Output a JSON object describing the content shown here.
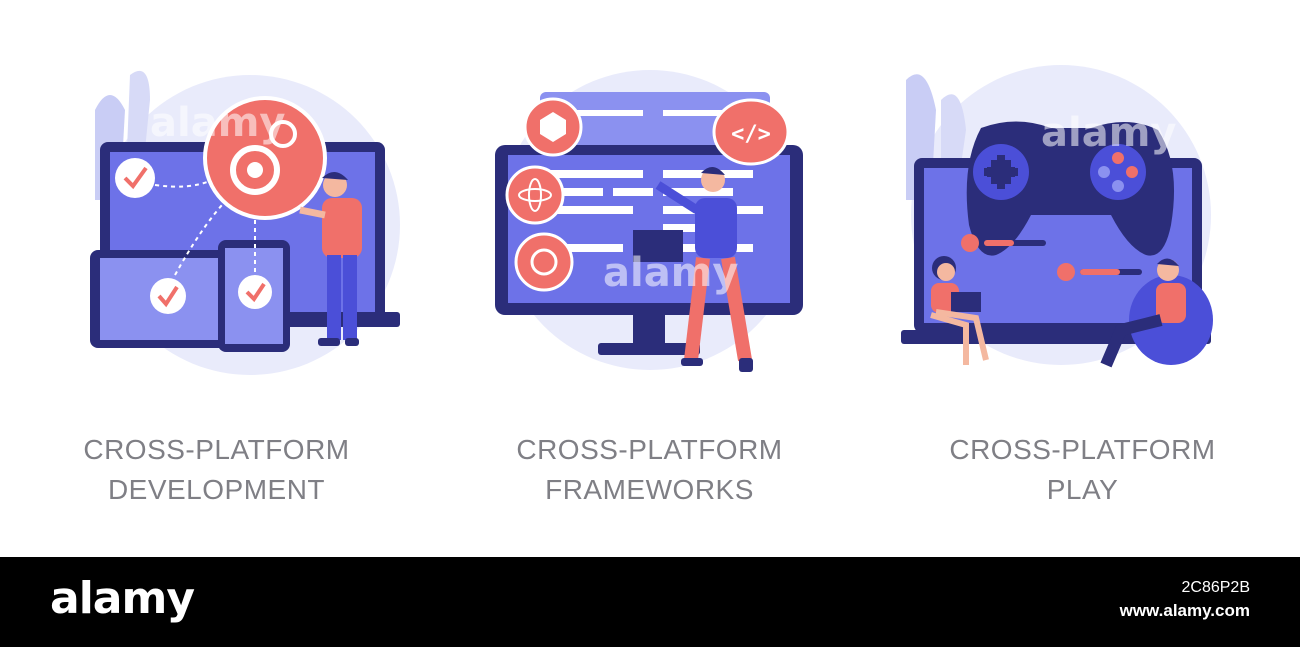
{
  "panels": [
    {
      "caption_line1": "CROSS-PLATFORM",
      "caption_line2": "DEVELOPMENT"
    },
    {
      "caption_line1": "CROSS-PLATFORM",
      "caption_line2": "FRAMEWORKS"
    },
    {
      "caption_line1": "CROSS-PLATFORM",
      "caption_line2": "PLAY"
    }
  ],
  "illustration_text": {
    "code_tag": "</>"
  },
  "watermark": "alamy",
  "footer": {
    "logo": "alamy",
    "image_id": "2C86P2B",
    "site": "www.alamy.com"
  },
  "colors": {
    "primary_blue": "#4b4fd8",
    "light_blue": "#8b91f0",
    "pale_blob": "#e9ebfb",
    "coral": "#f0706a",
    "dark_navy": "#2b2d7a",
    "caption_gray": "#7f7f85"
  }
}
